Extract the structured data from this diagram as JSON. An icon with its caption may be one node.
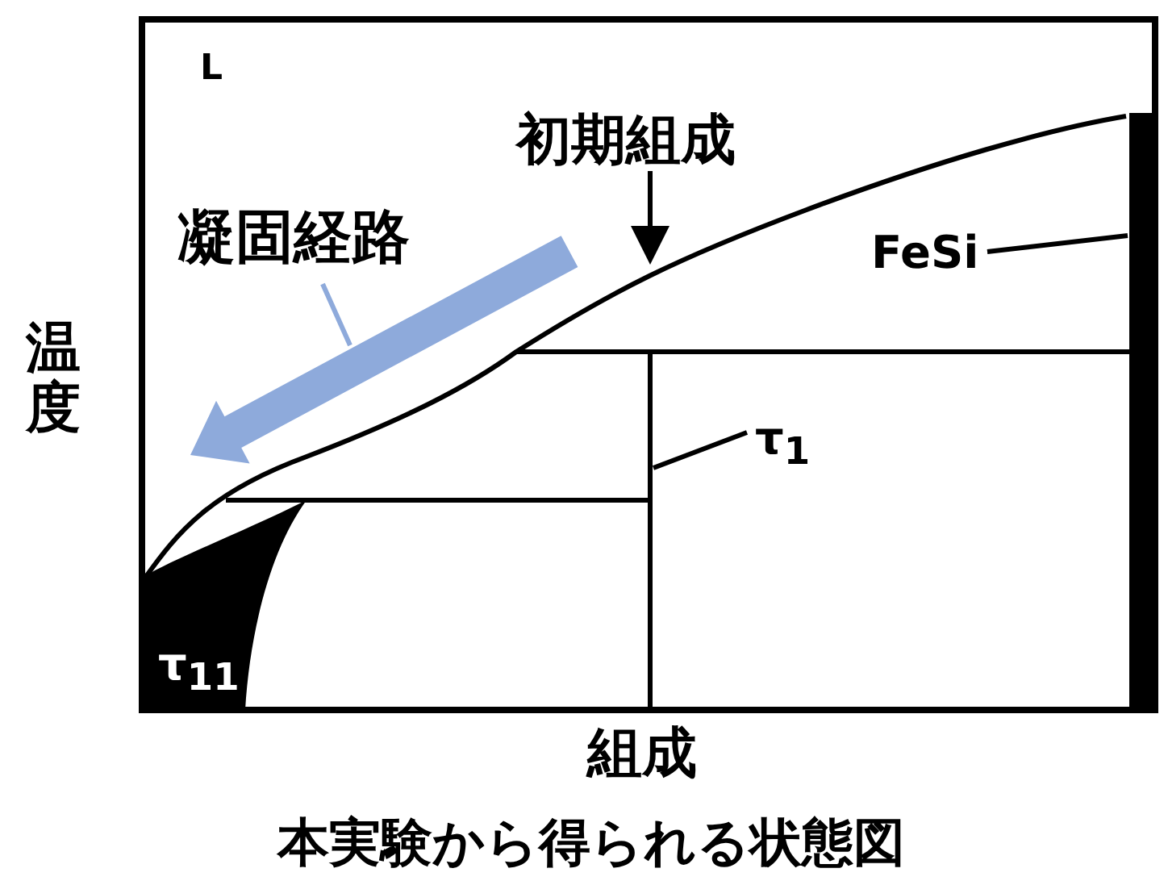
{
  "diagram": {
    "caption": "本実験から得られる状態図",
    "nodes": [
      {
        "text": [
          "初期組成"
        ]
      },
      {
        "text": [
          "凝固経路"
        ]
      },
      {
        "text": [],
        "shape": "arrow"
      },
      {
        "text": [
          "FeSi"
        ]
      },
      {
        "text": [],
        "shape": "bar"
      },
      {
        "text": [
          "τ$_{1}$"
        ]
      },
      {
        "text": [],
        "shape": "line"
      }
    ],
    "edges": [
      {
        "from": 0,
        "to": null,
        "arrow": "to"
      },
      {
        "from": 1,
        "to": 2,
        "arrow": "none",
        "color": "#8eaadb"
      },
      {
        "from": 3,
        "to": 4,
        "arrow": "none"
      },
      {
        "from": 5,
        "to": 6,
        "arrow": "none"
      }
    ],
    "labels": [
      "L",
      "τ$_{11}$",
      "温度",
      "組成"
    ]
  }
}
